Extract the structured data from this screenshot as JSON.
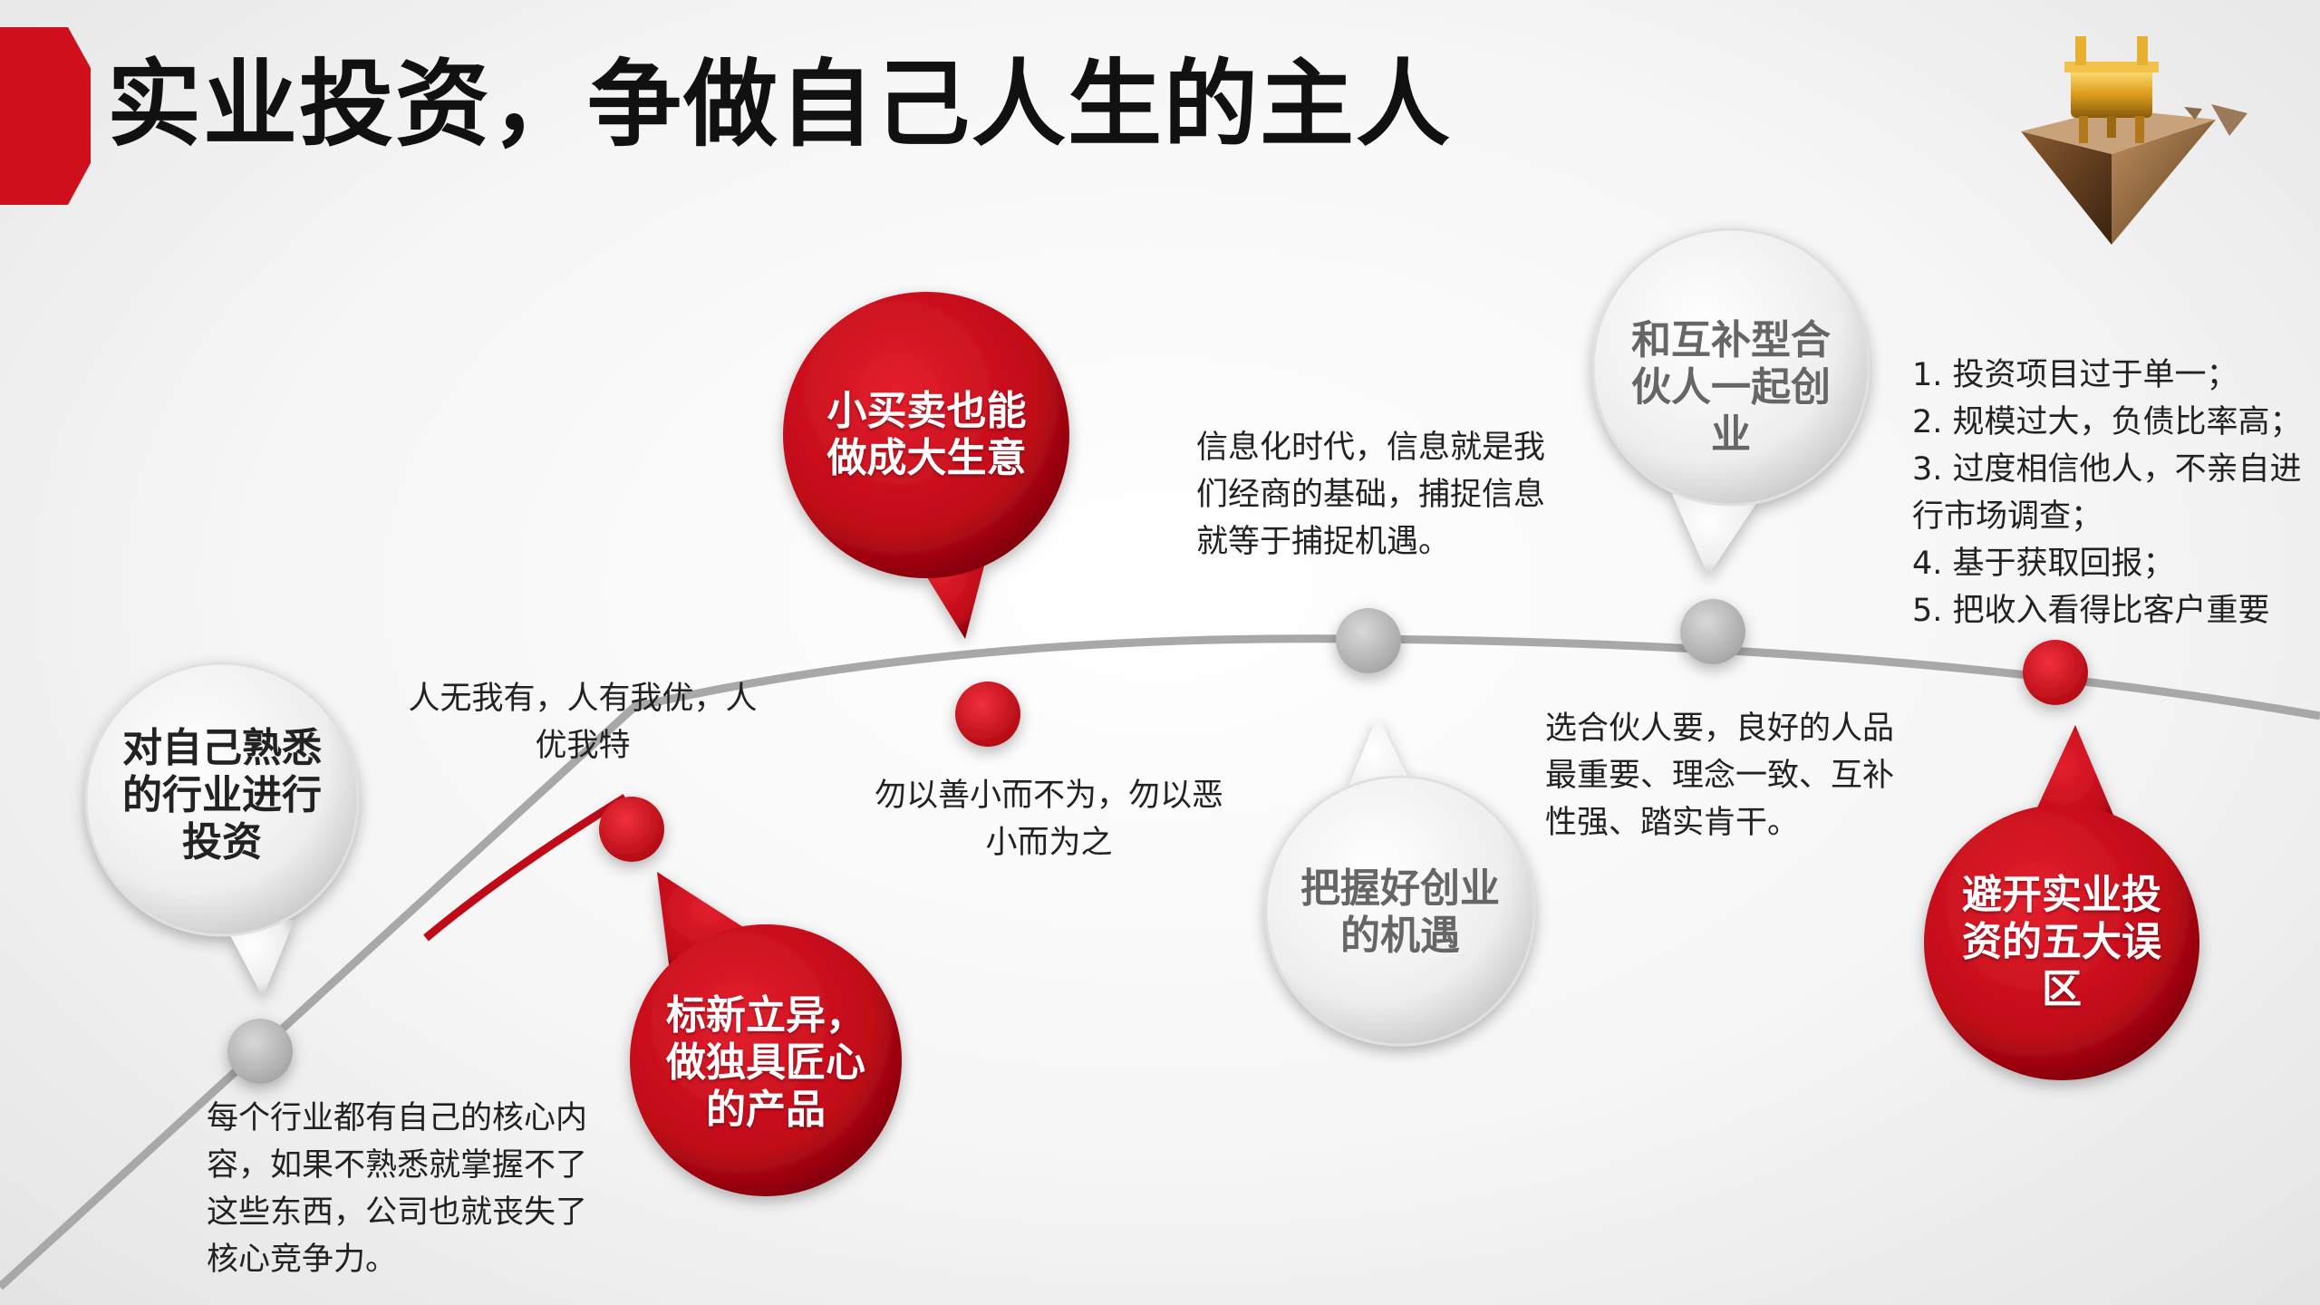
{
  "title": "实业投资，争做自己人生的主人",
  "colors": {
    "accent_red": "#d0101d",
    "dark_red": "#8e0510",
    "node_grey": "#b8b8b8",
    "curve_grey": "#9a9a9a"
  },
  "bubbles": {
    "b1": "对自己熟悉的行业进行投资",
    "b2": "标新立异，做独具匠心的产品",
    "b3": "小买卖也能做成大生意",
    "b4": "把握好创业的机遇",
    "b5": "和互补型合伙人一起创业",
    "b6": "避开实业投资的五大误区"
  },
  "descriptions": {
    "d1": "每个行业都有自己的核心内容，如果不熟悉就掌握不了这些东西，公司也就丧失了核心竞争力。",
    "d2": "人无我有，人有我优，人优我特",
    "d3": "勿以善小而不为，勿以恶小而为之",
    "d4": "信息化时代，信息就是我们经商的基础，捕捉信息就等于捕捉机遇。",
    "d5": "选合伙人要，良好的人品最重要、理念一致、互补性强、踏实肯干。"
  },
  "mistakes": [
    "1. 投资项目过于单一；",
    "2. 规模过大，负债比率高；",
    "3. 过度相信他人，不亲自进",
    "行市场调查；",
    "4. 基于获取回报；",
    "5. 把收入看得比客户重要"
  ],
  "icons": {
    "logo": "bronze-ding-pyramid-icon"
  }
}
